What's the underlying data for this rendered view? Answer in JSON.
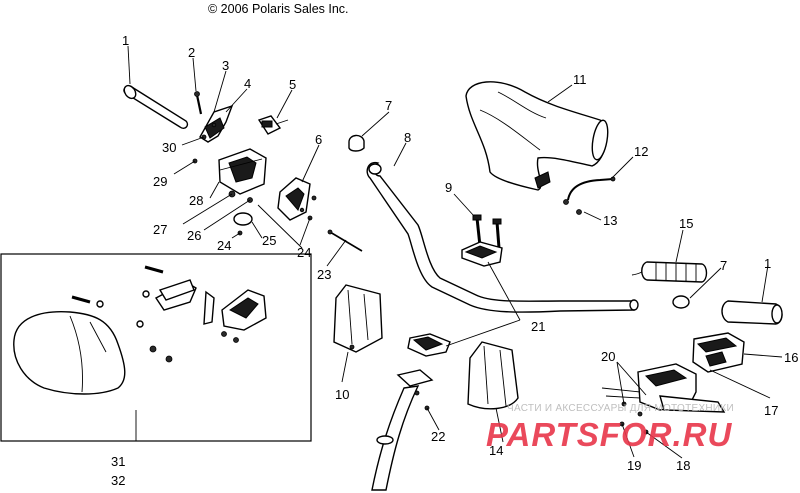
{
  "copyright": "© 2006 Polaris Sales Inc.",
  "callouts": [
    "1",
    "2",
    "3",
    "4",
    "5",
    "6",
    "7",
    "8",
    "9",
    "10",
    "11",
    "12",
    "13",
    "14",
    "15",
    "16",
    "17",
    "18",
    "19",
    "20",
    "21",
    "22",
    "23",
    "24",
    "25",
    "26",
    "27",
    "28",
    "29",
    "30",
    "31",
    "32"
  ],
  "watermark": {
    "subtitle": "ЧАСТИ И АКСЕССУАРЫ ДЛЯ МОТОТЕХНИКИ",
    "brand_a": "PARTS",
    "brand_b": "FOR.RU",
    "brand_color": "#e8364a"
  },
  "colors": {
    "line": "#000000",
    "background": "#ffffff"
  }
}
